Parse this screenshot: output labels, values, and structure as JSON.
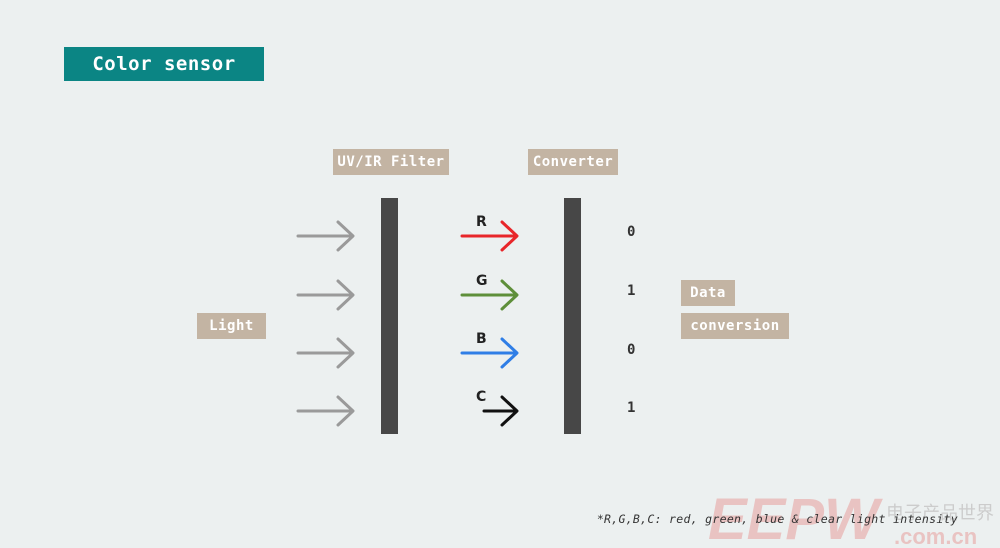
{
  "title": "Color sensor",
  "labels": {
    "filter": "UV/IR Filter",
    "converter": "Converter",
    "light": "Light",
    "data_line1": "Data",
    "data_line2": "conversion"
  },
  "channels": [
    {
      "letter": "R",
      "color": "#e8262a",
      "bit": "0"
    },
    {
      "letter": "G",
      "color": "#5e8f3a",
      "bit": "1"
    },
    {
      "letter": "B",
      "color": "#2f7ee6",
      "bit": "0"
    },
    {
      "letter": "C",
      "color": "#111111",
      "bit": "1"
    }
  ],
  "colors": {
    "title_bg": "#0b8584",
    "label_bg": "#c3b4a3",
    "bar": "#474747",
    "light_arrow": "#9a9a9a"
  },
  "footnote": "*R,G,B,C: red, green, blue & clear light intensity",
  "watermark": {
    "logo": "EEPW",
    "domain": ".com.cn",
    "cn": "电子产品世界"
  }
}
